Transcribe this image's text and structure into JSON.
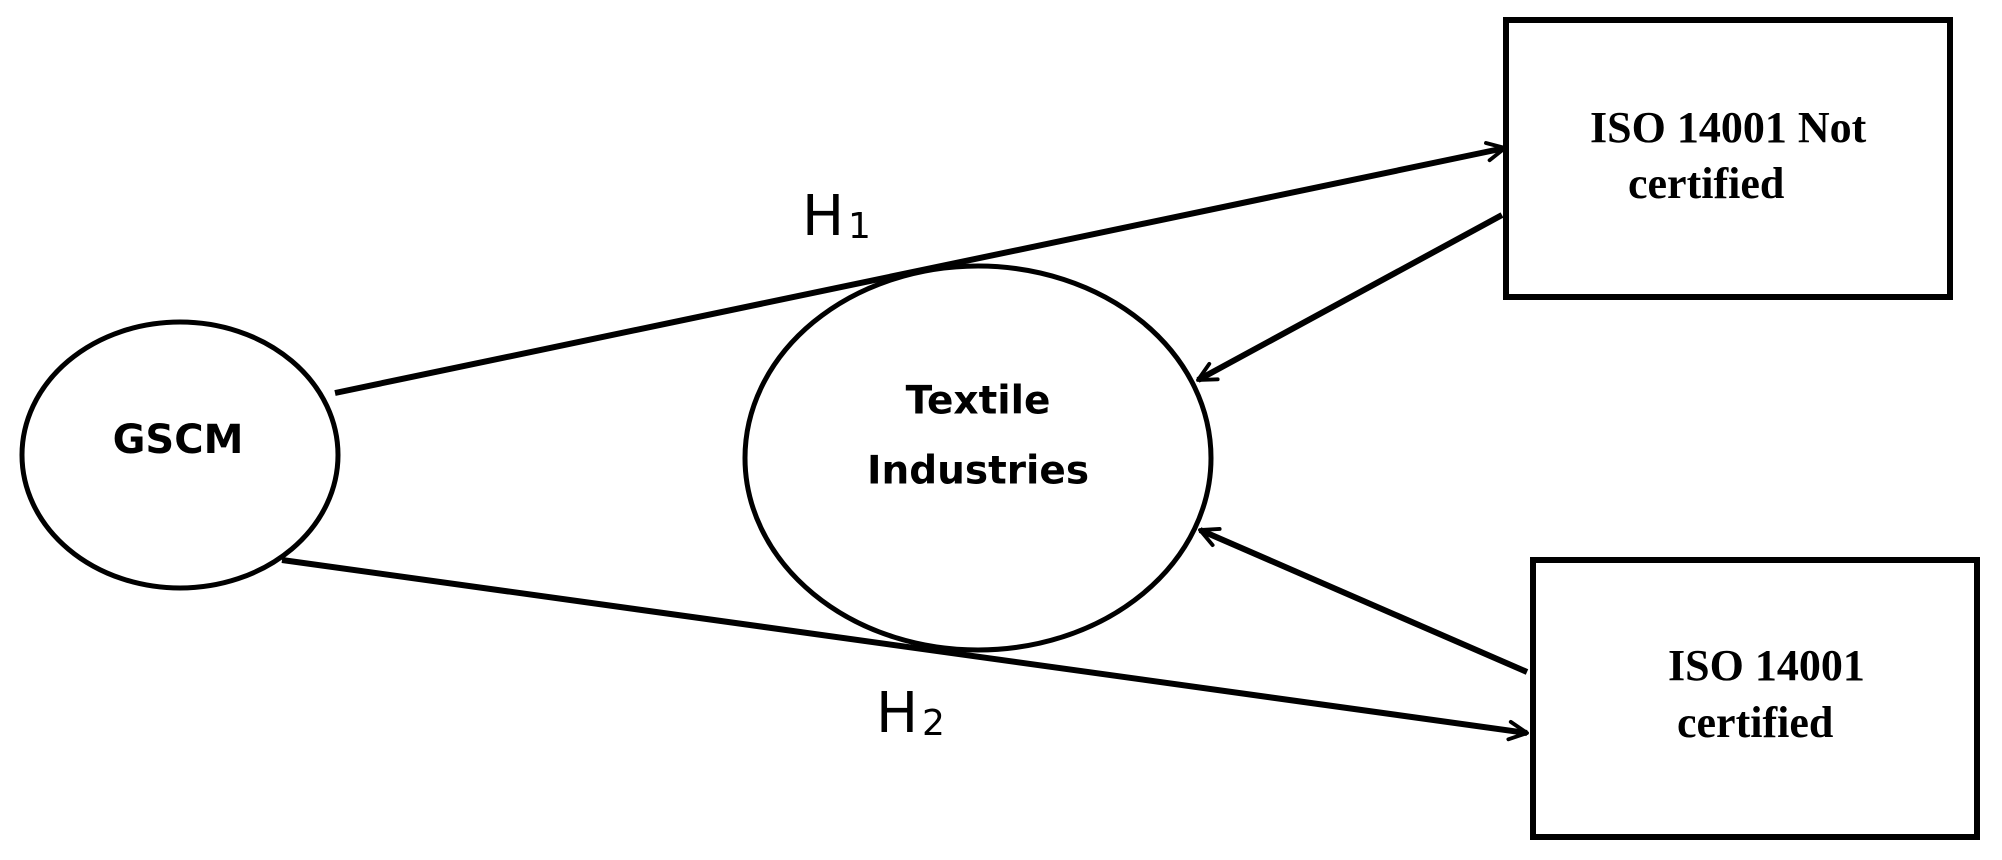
{
  "nodes": {
    "gscm": {
      "label": "GSCM"
    },
    "textile": {
      "line1": "Textile",
      "line2": "Industries"
    },
    "iso_not_certified": {
      "line1": "ISO 14001 Not",
      "line2": "certified"
    },
    "iso_certified": {
      "line1": "ISO 14001",
      "line2": "certified"
    }
  },
  "hypotheses": {
    "h1": {
      "letter": "H",
      "sub": "1"
    },
    "h2": {
      "letter": "H",
      "sub": "2"
    }
  },
  "colors": {
    "stroke": "#000000",
    "text": "#000000",
    "background": "#ffffff"
  }
}
